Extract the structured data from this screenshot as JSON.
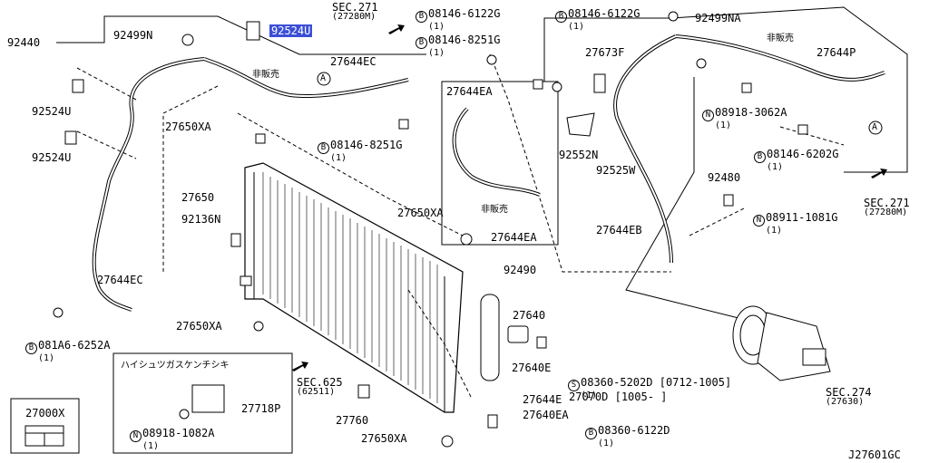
{
  "diagram_id": "J27601GC",
  "highlight_color": "#3b4fd8",
  "callouts": {
    "p92440": "92440",
    "p92499N": "92499N",
    "p92524U_top": "92524U",
    "p92524U_a": "92524U",
    "p92524U_b": "92524U",
    "p27644EC_top": "27644EC",
    "p27644EC_bot": "27644EC",
    "p27650XA_1": "27650XA",
    "p27650XA_2": "27650XA",
    "p27650XA_3": "27650XA",
    "p27650XA_4": "27650XA",
    "p27650": "27650",
    "p92136N": "92136N",
    "p27718P": "27718P",
    "p27760": "27760",
    "p27000X": "27000X",
    "p27644EA_1": "27644EA",
    "p27644EA_2": "27644EA",
    "p92490": "92490",
    "p27640": "27640",
    "p27640E": "27640E",
    "p27644E": "27644E",
    "p27640EA": "27640EA",
    "p27673F": "27673F",
    "p92552N": "92552N",
    "p92525W": "92525W",
    "p92499NA": "92499NA",
    "p27644P": "27644P",
    "p92480": "92480",
    "p27644EB": "27644EB",
    "p27070D": "27070D",
    "p27070D_range": "[1005-      ]"
  },
  "bolts": {
    "b6122G_1": {
      "circle": "B",
      "code": "08146-6122G",
      "qty": "(1)"
    },
    "b8251G_1": {
      "circle": "B",
      "code": "08146-8251G",
      "qty": "(1)"
    },
    "b6122G_2": {
      "circle": "B",
      "code": "08146-6122G",
      "qty": "(1)"
    },
    "b8251G_2": {
      "circle": "B",
      "code": "08146-8251G",
      "qty": "(1)"
    },
    "n3062A": {
      "circle": "N",
      "code": "08918-3062A",
      "qty": "(1)"
    },
    "b6202G": {
      "circle": "B",
      "code": "08146-6202G",
      "qty": "(1)"
    },
    "n1081G": {
      "circle": "N",
      "code": "08911-1081G",
      "qty": "(1)"
    },
    "b6252A": {
      "circle": "B",
      "code": "081A6-6252A",
      "qty": "(1)"
    },
    "s5202D": {
      "circle": "S",
      "code": "08360-5202D",
      "range": "[0712-1005]",
      "qty": "(1)"
    },
    "b6122D": {
      "circle": "B",
      "code": "08360-6122D",
      "qty": "(1)"
    },
    "n1082A": {
      "circle": "N",
      "code": "08918-1082A",
      "qty": "(1)"
    }
  },
  "sections": {
    "sec271_top": {
      "title": "SEC.271",
      "ref": "(27280M)"
    },
    "sec271_right": {
      "title": "SEC.271",
      "ref": "(27280M)"
    },
    "sec625": {
      "title": "SEC.625",
      "ref": "(62511)"
    },
    "sec274": {
      "title": "SEC.274",
      "ref": "(27630)"
    }
  },
  "notes": {
    "not_sold_1": "非販売",
    "not_sold_2": "非販売",
    "not_sold_3": "非販売",
    "sensor_box_title": "ハイシュツガスケンチシキ",
    "ref_a": "A"
  }
}
